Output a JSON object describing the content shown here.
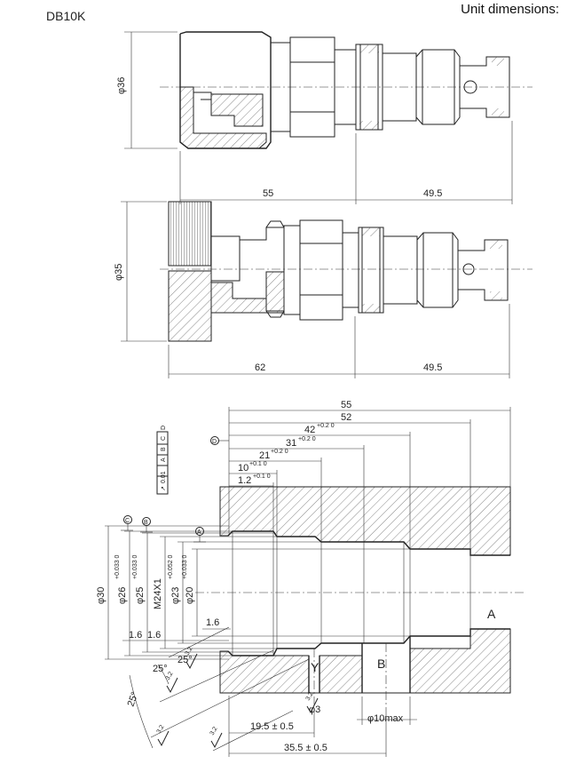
{
  "header": {
    "model": "DB10K",
    "unit_title": "Unit dimensions:"
  },
  "view_top": {
    "dia": "φ36",
    "len_a": "55",
    "len_b": "49.5"
  },
  "view_mid": {
    "dia": "φ35",
    "len_a": "62",
    "len_b": "49.5"
  },
  "cavity": {
    "overall_55": "55",
    "overall_52": "52",
    "len_42": "42",
    "len_42_tol": "+0.2 0",
    "len_31": "31",
    "len_31_tol": "+0.2 0",
    "len_21": "21",
    "len_21_tol": "+0.2 0",
    "len_10": "10",
    "len_10_tol": "+0.1 0",
    "len_1_2": "1.2",
    "len_1_2_tol": "+0.1 0",
    "d30": "φ30",
    "d26": "φ26",
    "d26_tol": "+0.033 0",
    "d25": "φ25",
    "d25_tol": "+0.033 0",
    "thread": "M24X1",
    "d23": "φ23",
    "d23_tol": "+0.052 0",
    "d20": "φ20",
    "d20_tol": "+0.033 0",
    "chamfer_1": "1.6",
    "chamfer_2": "1.6",
    "chamfer_3": "1.6",
    "angle_a": "25°",
    "angle_b": "25°",
    "angle_c": "25°",
    "rough_a": "3.2",
    "rough_b": "3.2",
    "rough_c": "3.2",
    "rough_d": "3.2",
    "rough_e": "3.2",
    "d3": "φ3",
    "d10max": "φ10max",
    "len_19_5": "19.5 ± 0.5",
    "len_35_5": "35.5 ± 0.5",
    "port_a": "A",
    "port_b": "B",
    "port_y": "Y",
    "datum_c": "C",
    "datum_b": "B",
    "datum_a": "A",
    "datum_d": "D",
    "tolerance_frame": [
      "↗",
      "0.01",
      "A",
      "B",
      "C",
      "D"
    ]
  }
}
